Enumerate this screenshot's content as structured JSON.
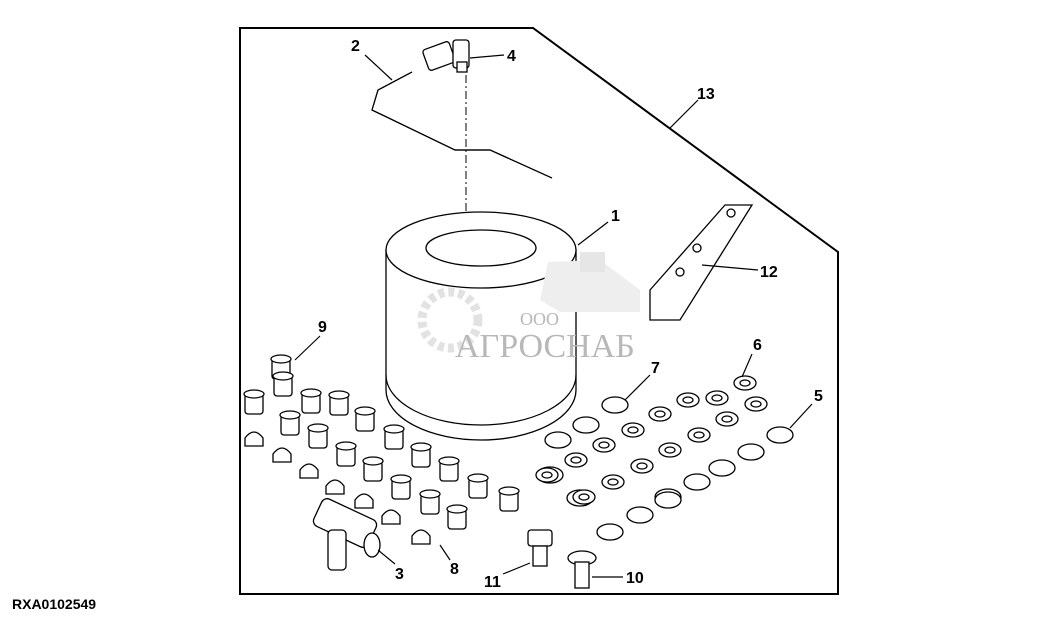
{
  "figure_id": "RXA0102549",
  "callouts": {
    "c1": "1",
    "c2": "2",
    "c3": "3",
    "c4": "4",
    "c5": "5",
    "c6": "6",
    "c7": "7",
    "c8": "8",
    "c9": "9",
    "c10": "10",
    "c11": "11",
    "c12": "12",
    "c13": "13"
  },
  "watermark": {
    "prefix": "ООО",
    "name": "АГРОСНАБ"
  }
}
